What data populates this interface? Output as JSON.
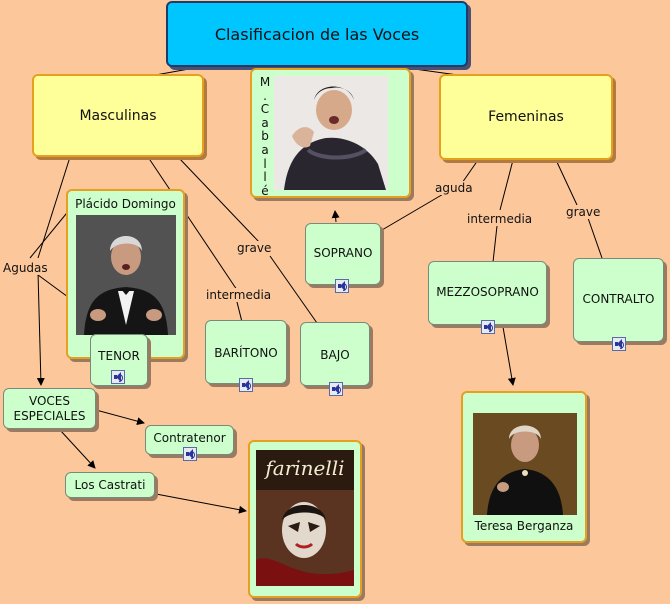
{
  "title": "Clasificacion de las Voces",
  "nodes": {
    "masculinas": "Masculinas",
    "femeninas": "Femeninas",
    "soprano": "SOPRANO",
    "tenor": "TENOR",
    "baritono": "BARÍTONO",
    "bajo": "BAJO",
    "mezzosoprano": "MEZZOSOPRANO",
    "contralto": "CONTRALTO",
    "voces_especiales_1": "VOCES",
    "voces_especiales_2": "ESPECIALES",
    "contratenor": "Contratenor",
    "los_castrati": "Los Castrati"
  },
  "link_labels": {
    "agudas": "Agudas",
    "intermedia_m": "intermedia",
    "grave_m": "grave",
    "aguda_f": "aguda",
    "intermedia_f": "intermedia",
    "grave_f": "grave"
  },
  "images": {
    "placido_caption": "Plácido Domingo",
    "caballe_letters": [
      "M",
      ".",
      "C",
      "a",
      "b",
      "a",
      "l",
      "l",
      "é"
    ],
    "berganza_caption": "Teresa Berganza",
    "farinelli_title": "farinelli"
  },
  "icons": {
    "audio": "speaker-icon"
  },
  "colors": {
    "background": "#fcc89b",
    "title_box": "#00c6ff",
    "category_box": "#ffff99",
    "concept_box": "#ccffcc"
  }
}
